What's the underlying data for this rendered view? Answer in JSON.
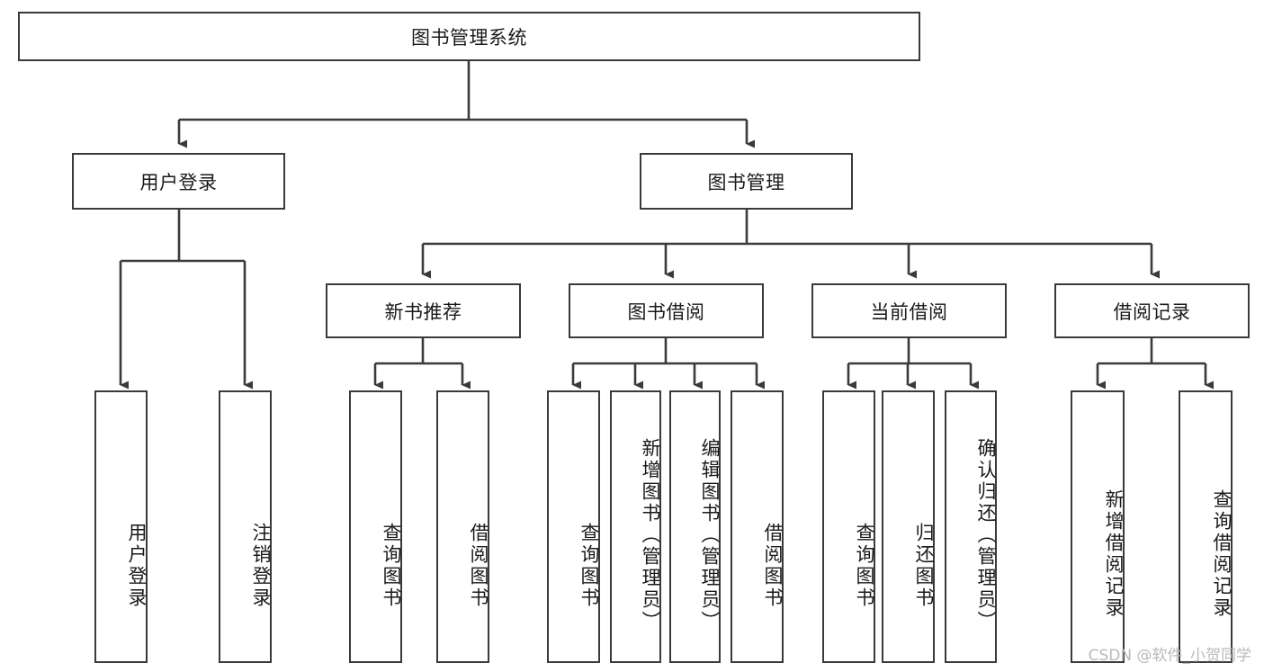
{
  "diagram": {
    "title_node": {
      "label": "图书管理系统"
    },
    "level2": [
      {
        "id": "user-login",
        "label": "用户登录"
      },
      {
        "id": "book-management",
        "label": "图书管理"
      }
    ],
    "level3": [
      {
        "id": "new-book-recommend",
        "label": "新书推荐"
      },
      {
        "id": "book-borrow",
        "label": "图书借阅"
      },
      {
        "id": "current-borrow",
        "label": "当前借阅"
      },
      {
        "id": "borrow-record",
        "label": "借阅记录"
      }
    ],
    "leaves": [
      {
        "id": "leaf-user-login",
        "label": "用户登录",
        "parent": "user-login"
      },
      {
        "id": "leaf-logout-login",
        "label": "注销登录",
        "parent": "user-login"
      },
      {
        "id": "leaf-query-book-1",
        "label": "查询图书",
        "parent": "new-book-recommend"
      },
      {
        "id": "leaf-borrow-book-1",
        "label": "借阅图书",
        "parent": "new-book-recommend"
      },
      {
        "id": "leaf-query-book-2",
        "label": "查询图书",
        "parent": "book-borrow"
      },
      {
        "id": "leaf-add-book",
        "label": "新增图书（管理员）",
        "parent": "book-borrow"
      },
      {
        "id": "leaf-edit-book",
        "label": "编辑图书（管理员）",
        "parent": "book-borrow"
      },
      {
        "id": "leaf-borrow-book-2",
        "label": "借阅图书",
        "parent": "book-borrow"
      },
      {
        "id": "leaf-query-book-3",
        "label": "查询图书",
        "parent": "current-borrow"
      },
      {
        "id": "leaf-return-book",
        "label": "归还图书",
        "parent": "current-borrow"
      },
      {
        "id": "leaf-confirm-return",
        "label": "确认归还（管理员）",
        "parent": "current-borrow"
      },
      {
        "id": "leaf-add-record",
        "label": "新增借阅记录",
        "parent": "borrow-record"
      },
      {
        "id": "leaf-query-record",
        "label": "查询借阅记录",
        "parent": "borrow-record"
      }
    ]
  },
  "watermark": {
    "text": "CSDN @软件_小贺同学"
  },
  "colors": {
    "stroke": "#3a3a3a",
    "background": "#ffffff",
    "text": "#1a1a1a",
    "watermark": "#b9b9b9"
  }
}
